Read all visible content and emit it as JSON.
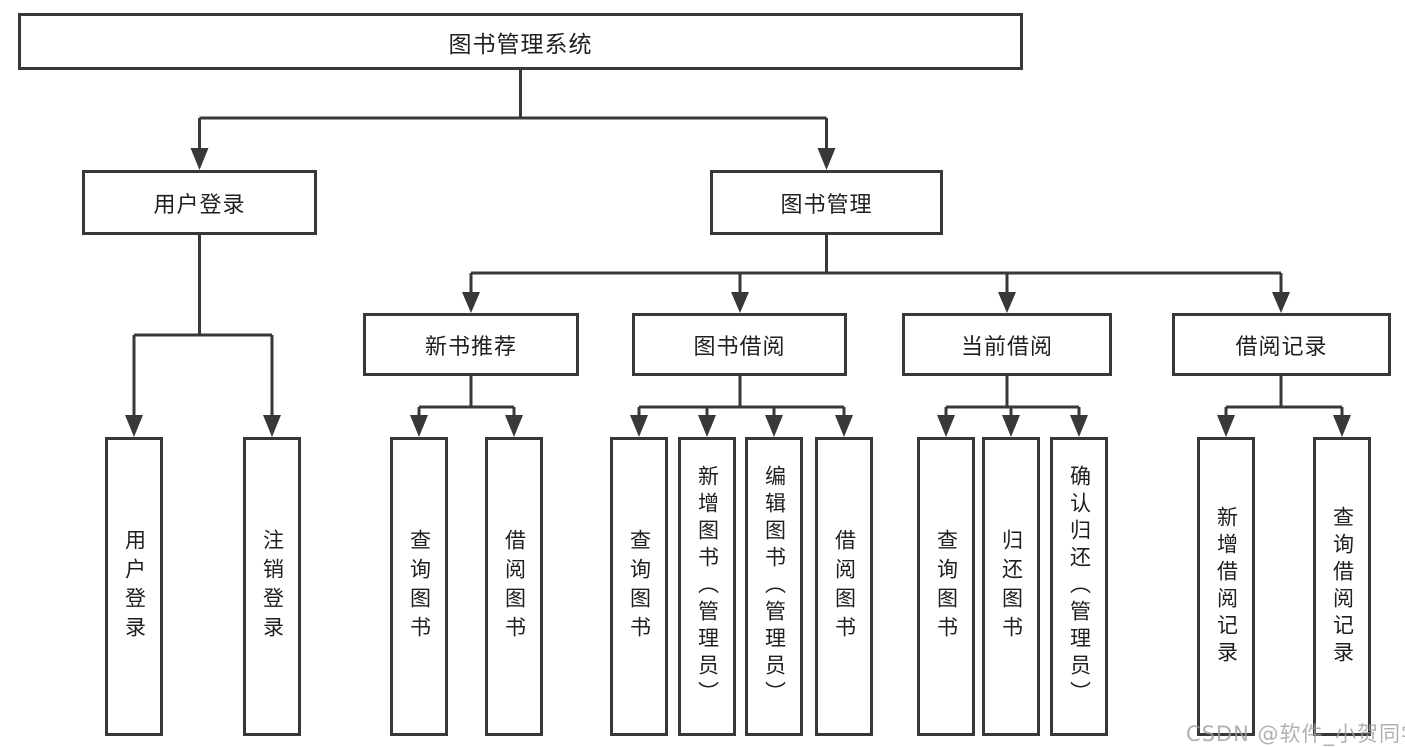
{
  "diagram": {
    "title": "图书管理系统",
    "root": {
      "label": "图书管理系统"
    },
    "level2": [
      {
        "id": "user-login",
        "label": "用户登录"
      },
      {
        "id": "book-mgmt",
        "label": "图书管理"
      }
    ],
    "level3": [
      {
        "id": "new-book-rec",
        "label": "新书推荐",
        "parent": "book-mgmt"
      },
      {
        "id": "book-borrow",
        "label": "图书借阅",
        "parent": "book-mgmt"
      },
      {
        "id": "current-borrow",
        "label": "当前借阅",
        "parent": "book-mgmt"
      },
      {
        "id": "borrow-records",
        "label": "借阅记录",
        "parent": "book-mgmt"
      }
    ],
    "leaves": {
      "user_login": [
        {
          "label": "用户登录"
        },
        {
          "label": "注销登录"
        }
      ],
      "new_book_rec": [
        {
          "label": "查询图书"
        },
        {
          "label": "借阅图书"
        }
      ],
      "book_borrow": [
        {
          "label": "查询图书"
        },
        {
          "label": "新增图书（管理员）"
        },
        {
          "label": "编辑图书（管理员）"
        },
        {
          "label": "借阅图书"
        }
      ],
      "current_borrow": [
        {
          "label": "查询图书"
        },
        {
          "label": "归还图书"
        },
        {
          "label": "确认归还（管理员）"
        }
      ],
      "borrow_records": [
        {
          "label": "新增借阅记录"
        },
        {
          "label": "查询借阅记录"
        }
      ]
    }
  },
  "watermark": {
    "text": "CSDN @软件_小贺同学",
    "color": "#9e9e9e"
  },
  "colors": {
    "line": "#383838",
    "border": "#383838",
    "text": "#1f1f1f",
    "background": "#ffffff"
  }
}
